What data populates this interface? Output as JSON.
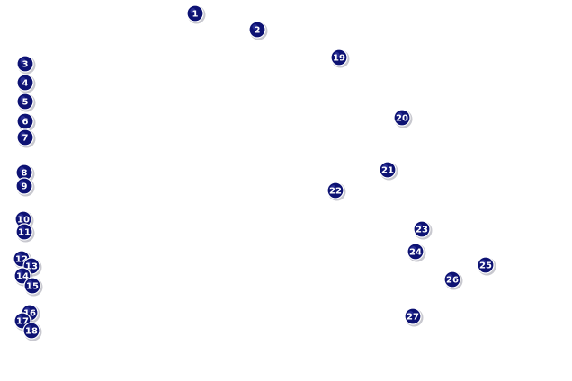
{
  "colors": {
    "background": "#ffffff",
    "marker_fill": "#0d1273",
    "marker_highlight": "#3a40a8",
    "marker_ring": "#ffffff",
    "marker_shadow": "#9a9aa8",
    "label_text": "#ffffff"
  },
  "markers": [
    {
      "label": "1"
    },
    {
      "label": "2"
    },
    {
      "label": "3"
    },
    {
      "label": "4"
    },
    {
      "label": "5"
    },
    {
      "label": "6"
    },
    {
      "label": "7"
    },
    {
      "label": "8"
    },
    {
      "label": "9"
    },
    {
      "label": "10"
    },
    {
      "label": "11"
    },
    {
      "label": "12"
    },
    {
      "label": "13"
    },
    {
      "label": "14"
    },
    {
      "label": "15"
    },
    {
      "label": "16"
    },
    {
      "label": "17"
    },
    {
      "label": "18"
    },
    {
      "label": "19"
    },
    {
      "label": "20"
    },
    {
      "label": "21"
    },
    {
      "label": "22"
    },
    {
      "label": "23"
    },
    {
      "label": "24"
    },
    {
      "label": "25"
    },
    {
      "label": "26"
    },
    {
      "label": "27"
    }
  ]
}
